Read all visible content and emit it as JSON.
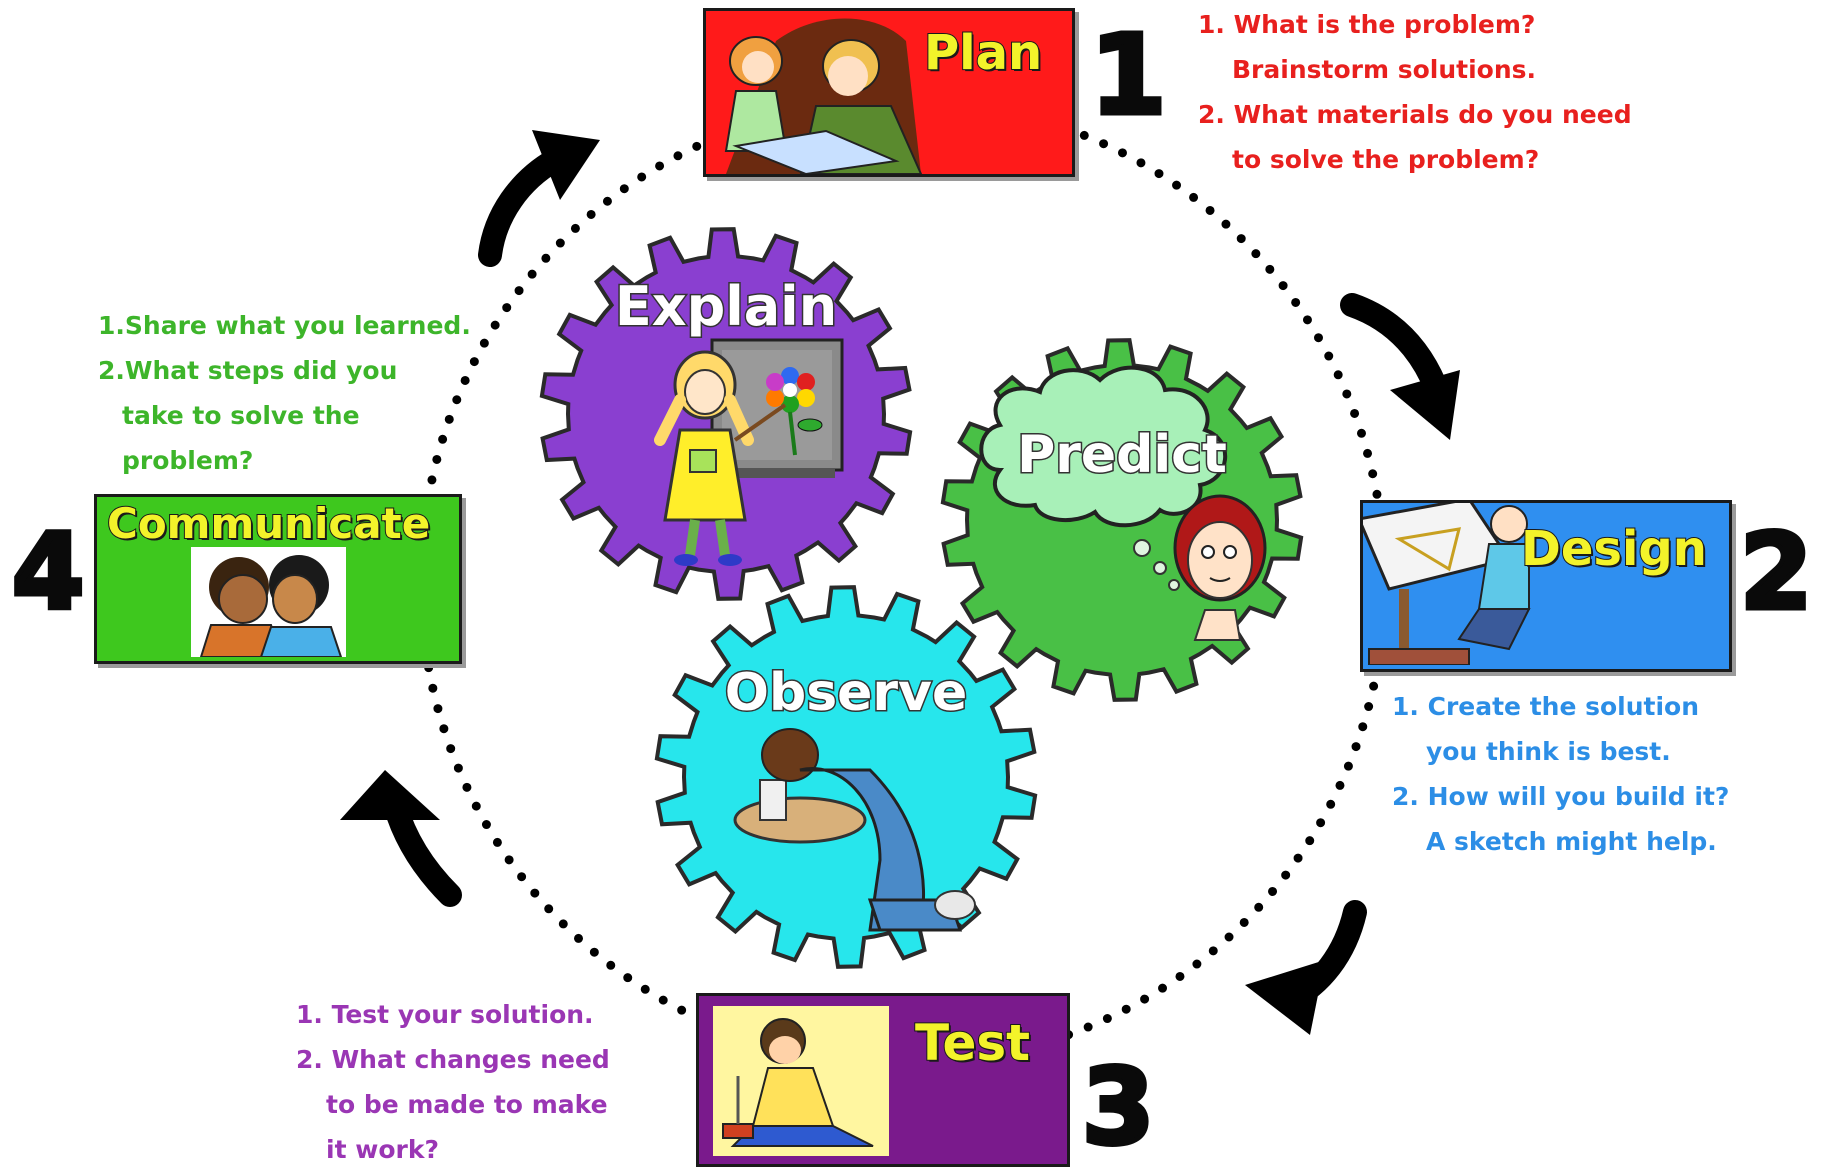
{
  "steps": {
    "plan": {
      "title": "Plan",
      "number": "1",
      "notes": [
        "1. What is the problem?",
        "Brainstorm solutions.",
        "2. What materials do you need",
        "to solve the problem?"
      ]
    },
    "design": {
      "title": "Design",
      "number": "2",
      "notes": [
        "1. Create the solution",
        "you think is best.",
        "2. How will you build it?",
        "A sketch might help."
      ]
    },
    "test": {
      "title": "Test",
      "number": "3",
      "notes": [
        "1. Test your solution.",
        "2. What changes need",
        "to be made to make",
        "it work?"
      ]
    },
    "communicate": {
      "title": "Communicate",
      "number": "4",
      "notes": [
        "1.Share what you learned.",
        "2.What steps did you",
        "take to solve the",
        "problem?"
      ]
    }
  },
  "gears": {
    "explain": "Explain",
    "predict": "Predict",
    "observe": "Observe"
  },
  "colors": {
    "plan": "#ff1a1a",
    "design": "#2f8ff0",
    "test": "#7a1a8c",
    "communicate": "#3ec81e",
    "explain_gear": "#8a3fd0",
    "predict_gear": "#49c046",
    "observe_gear": "#27e6ec",
    "plan_text": "#e8201e",
    "design_text": "#2c8ee6",
    "test_text": "#9a36b4",
    "communicate_text": "#3db52a"
  },
  "icons": [
    "curved-arrow-icon",
    "children-planning-illustration",
    "drafter-illustration",
    "builder-illustration",
    "talking-kids-illustration",
    "teacher-girl-illustration",
    "thinking-girl-illustration",
    "observing-boy-illustration"
  ]
}
